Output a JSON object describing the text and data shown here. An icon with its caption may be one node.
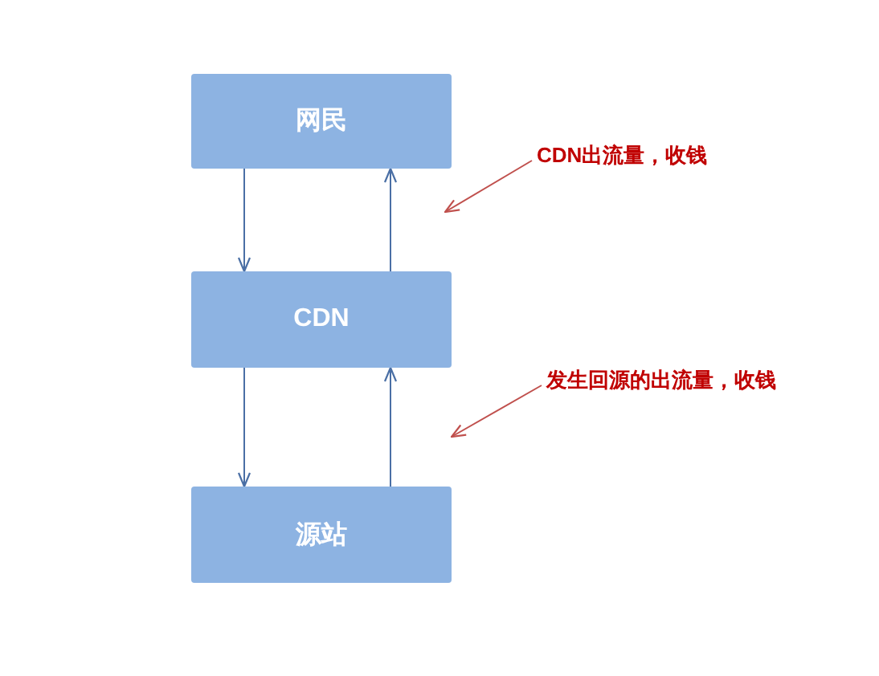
{
  "diagram": {
    "nodes": [
      {
        "text": [
          "网民"
        ]
      },
      {
        "text": [
          "CDN"
        ]
      },
      {
        "text": [
          "源站"
        ]
      },
      {
        "text": [
          "CDN出流量，收钱"
        ]
      },
      {
        "text": [
          "发生回源的出流量，收钱"
        ]
      }
    ],
    "edges": [
      {
        "from": 0,
        "to": 1,
        "arrow": "to"
      },
      {
        "from": 1,
        "to": 0,
        "arrow": "to"
      },
      {
        "from": 1,
        "to": 2,
        "arrow": "to"
      },
      {
        "from": 2,
        "to": 1,
        "arrow": "to"
      },
      {
        "from": 3,
        "to": null,
        "arrow": "to",
        "color": "#c0504d"
      },
      {
        "from": 4,
        "to": null,
        "arrow": "to",
        "color": "#c0504d"
      }
    ]
  }
}
